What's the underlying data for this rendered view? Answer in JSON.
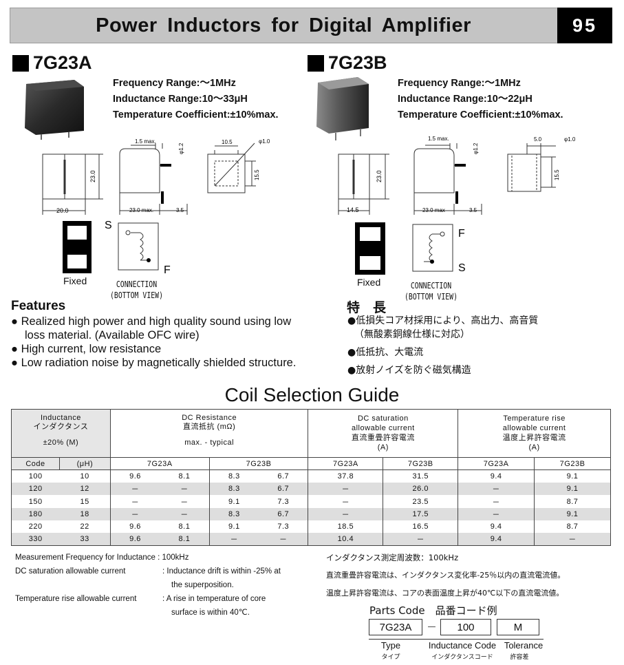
{
  "header": {
    "title": "Power Inductors for Digital Amplifier",
    "page_number": "95"
  },
  "products": [
    {
      "model": "7G23A",
      "specs": [
        "Frequency Range:～1MHz",
        "Inductance Range:10～33μH",
        "Temperature Coefficient:±10%max."
      ],
      "dims": {
        "w1": "20.0",
        "h": "23.0",
        "top": "1.5 max.",
        "phi_side": "φ1.2",
        "d": "23.0 max.",
        "pin": "3.5",
        "p1": "10.5",
        "phi": "φ1.0",
        "p2": "15.5"
      },
      "pins": {
        "upper": "S",
        "lower": "F"
      },
      "fixed_label": "Fixed",
      "connection_label": [
        "CONNECTION",
        "(BOTTOM VIEW)"
      ]
    },
    {
      "model": "7G23B",
      "specs": [
        "Frequency Range:～1MHz",
        "Inductance Range:10～22μH",
        "Temperature Coefficient:±10%max."
      ],
      "dims": {
        "w1": "14.5",
        "h": "23.0",
        "top": "1.5 max.",
        "phi_side": "φ1.2",
        "d": "23.0 max",
        "pin": "3.5",
        "p1": "5.0",
        "phi": "φ1.0",
        "p2": "15.5"
      },
      "pins": {
        "upper": "F",
        "lower": "S"
      },
      "fixed_label": "Fixed",
      "connection_label": [
        "CONNECTION",
        "(BOTTOM VIEW)"
      ]
    }
  ],
  "features": {
    "title": "Features",
    "items": [
      "Realized high power and high quality sound using low",
      "loss material. (Available OFC wire)",
      "High current, low resistance",
      "Low radiation noise by magnetically shielded structure."
    ],
    "jp_title": "特　長",
    "jp_items": [
      "●低損失コア材採用により、高出力、高音質",
      "（無酸素銅線仕様に対応）",
      "●低抵抗、大電流",
      "●放射ノイズを防ぐ磁気構造"
    ]
  },
  "guide": {
    "title": "Coil Selection Guide",
    "head": {
      "inductance": [
        "Inductance",
        "インダクタンス",
        "±20% (M)"
      ],
      "dcr": [
        "DC Resistance",
        "直流抵抗 (mΩ)",
        "max. - typical"
      ],
      "dcsat": [
        "DC saturation",
        "allowable current",
        "直流重畳許容電流",
        "(A)"
      ],
      "temp": [
        "Temperature rise",
        "allowable current",
        "温度上昇許容電流",
        "(A)"
      ],
      "sub": [
        "Code",
        "(μH)",
        "7G23A",
        "7G23B",
        "7G23A",
        "7G23B",
        "7G23A",
        "7G23B"
      ]
    },
    "rows": [
      [
        "100",
        "10",
        "9.6",
        "8.1",
        "8.3",
        "6.7",
        "37.8",
        "31.5",
        "9.4",
        "9.1"
      ],
      [
        "120",
        "12",
        "－",
        "－",
        "8.3",
        "6.7",
        "－",
        "26.0",
        "－",
        "9.1"
      ],
      [
        "150",
        "15",
        "－",
        "－",
        "9.1",
        "7.3",
        "－",
        "23.5",
        "－",
        "8.7"
      ],
      [
        "180",
        "18",
        "－",
        "－",
        "8.3",
        "6.7",
        "－",
        "17.5",
        "－",
        "9.1"
      ],
      [
        "220",
        "22",
        "9.6",
        "8.1",
        "9.1",
        "7.3",
        "18.5",
        "16.5",
        "9.4",
        "8.7"
      ],
      [
        "330",
        "33",
        "9.6",
        "8.1",
        "－",
        "－",
        "10.4",
        "－",
        "9.4",
        "－"
      ]
    ]
  },
  "notes": {
    "en": [
      "Measurement Frequency for Inductance : 100kHz",
      "DC saturation allowable current",
      ":  Inductance drift is within -25% at",
      "the superposition.",
      "Temperature rise allowable current",
      ":  A rise in temperature of  core",
      "surface is within 40℃."
    ],
    "jp": [
      "インダクタンス測定周波数：100kHz",
      "直流重畳許容電流は、インダクタンス変化率-25％以内の直流電流値。",
      "温度上昇許容電流は、コアの表面温度上昇が40℃以下の直流電流値。"
    ]
  },
  "parts_code": {
    "title": "Parts Code　品番コード例",
    "boxes": [
      "7G23A",
      "100",
      "M"
    ],
    "dash": "－",
    "labels": [
      "Type",
      "Inductance Code",
      "Tolerance"
    ],
    "jp_labels": [
      "タイプ",
      "インダクタンスコード",
      "許容差"
    ]
  }
}
